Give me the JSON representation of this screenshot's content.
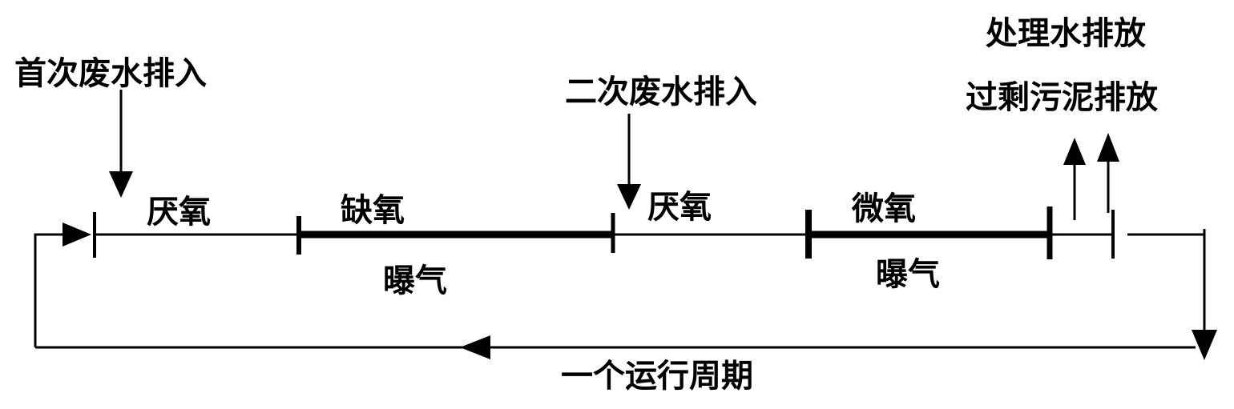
{
  "labels": {
    "first_inflow": "首次废水排入",
    "second_inflow": "二次废水排入",
    "treated_discharge": "处理水排放",
    "sludge_discharge": "过剩污泥排放",
    "anaerobic_1": "厌氧",
    "anoxic": "缺氧",
    "aeration_1": "曝气",
    "anaerobic_2": "厌氧",
    "micro_aerobic": "微氧",
    "aeration_2": "曝气",
    "cycle": "一个运行周期"
  },
  "colors": {
    "line": "#000000",
    "background": "#ffffff"
  }
}
